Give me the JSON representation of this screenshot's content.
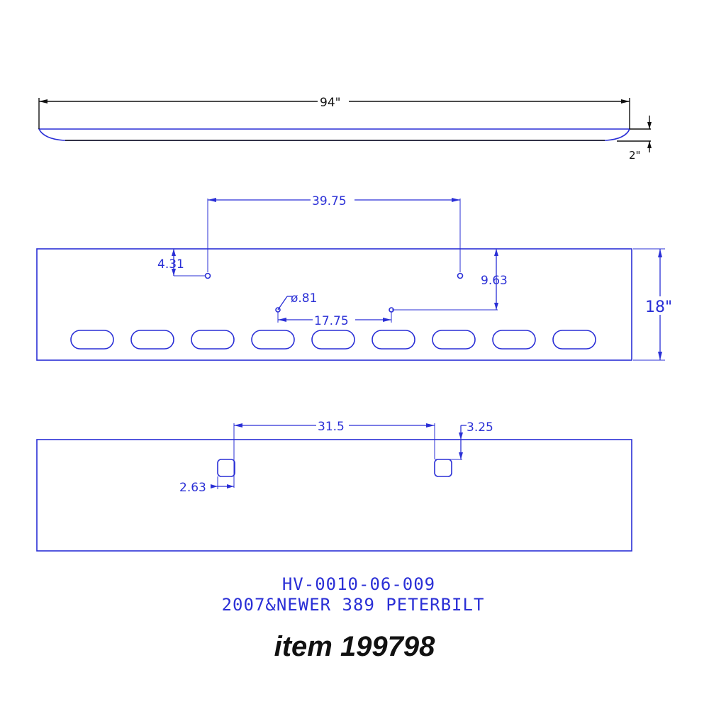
{
  "colors": {
    "line": "#2a2fd6",
    "text_black": "#111111",
    "background": "#ffffff"
  },
  "top_view": {
    "length": "94\"",
    "height": "2\""
  },
  "front_view": {
    "holes_spacing": "39.75",
    "hole_from_edge": "4.31",
    "hole_from_top": "9.63",
    "small_hole_dia": "ø.81",
    "small_hole_spacing": "17.75",
    "panel_height": "18\"",
    "slot_count": 9
  },
  "bottom_view": {
    "tab_spacing": "31.5",
    "tab_offset_top": "3.25",
    "tab_width": "2.63"
  },
  "title_block": {
    "part_number": "HV-0010-06-009",
    "description": "2007&NEWER 389 PETERBILT"
  },
  "item_label": "item 199798"
}
